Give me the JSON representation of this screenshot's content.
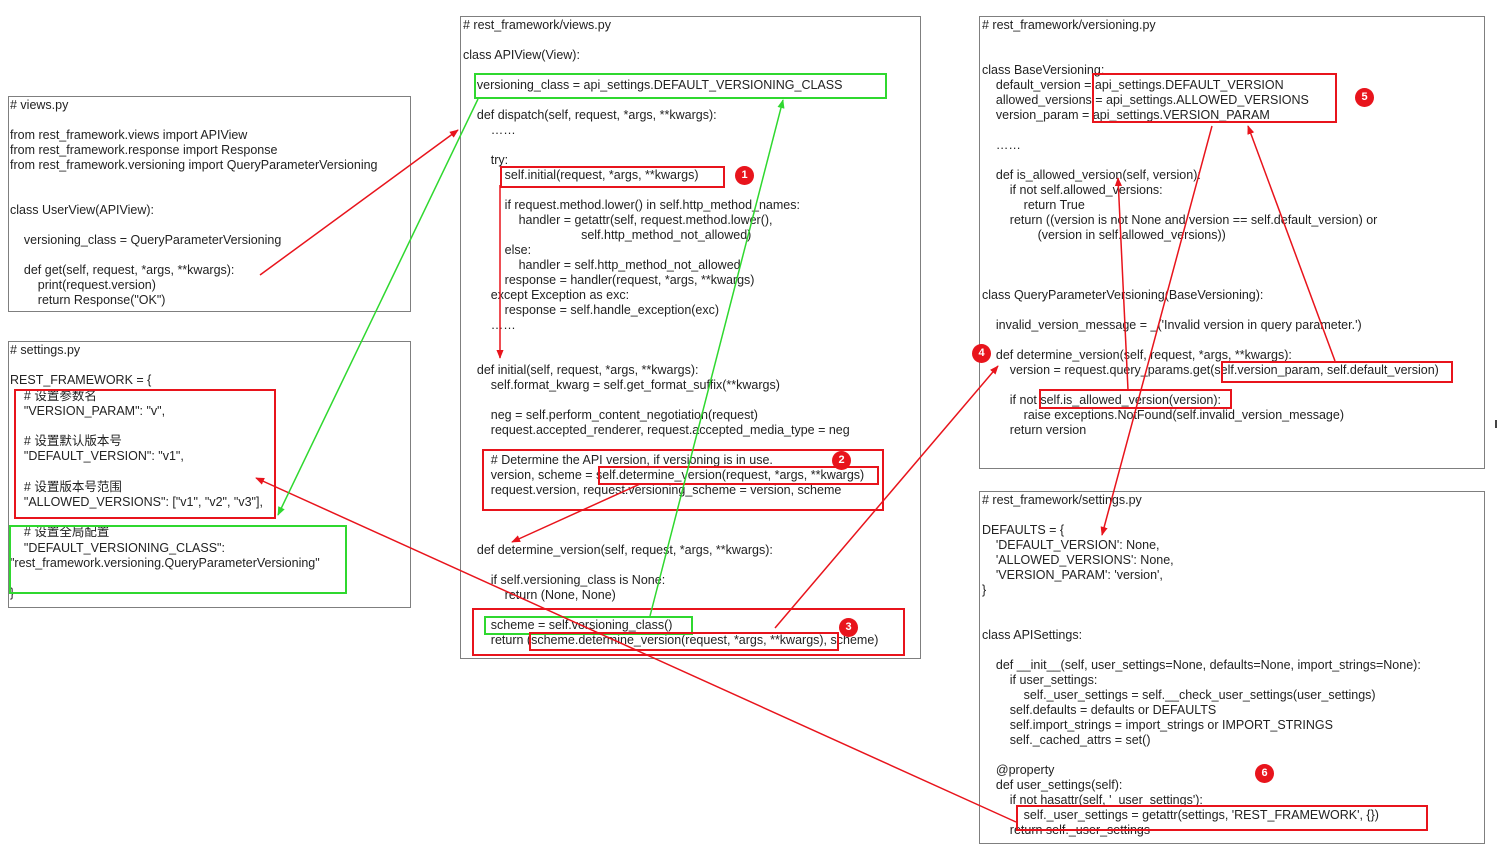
{
  "colors": {
    "red": "#e8141c",
    "green": "#2fd82f",
    "panel_border": "#7f7f7f",
    "text": "#222222"
  },
  "panels": {
    "views_py": [
      "# views.py",
      "",
      "from rest_framework.views import APIView",
      "from rest_framework.response import Response",
      "from rest_framework.versioning import QueryParameterVersioning",
      "",
      "",
      "class UserView(APIView):",
      "",
      "    versioning_class = QueryParameterVersioning",
      "",
      "    def get(self, request, *args, **kwargs):",
      "        print(request.version)",
      "        return Response(\"OK\")"
    ],
    "settings_py": [
      "# settings.py",
      "",
      "REST_FRAMEWORK = {",
      "    # 设置参数名",
      "    \"VERSION_PARAM\": \"v\",",
      "",
      "    # 设置默认版本号",
      "    \"DEFAULT_VERSION\": \"v1\",",
      "",
      "    # 设置版本号范围",
      "    \"ALLOWED_VERSIONS\": [\"v1\", \"v2\", \"v3\"],",
      "",
      "    # 设置全局配置",
      "    \"DEFAULT_VERSIONING_CLASS\":",
      "\"rest_framework.versioning.QueryParameterVersioning\"",
      "",
      "}"
    ],
    "apiview": [
      "# rest_framework/views.py",
      "",
      "class APIView(View):",
      "",
      "    versioning_class = api_settings.DEFAULT_VERSIONING_CLASS",
      "",
      "    def dispatch(self, request, *args, **kwargs):",
      "        ……",
      "",
      "        try:",
      "            self.initial(request, *args, **kwargs)",
      "",
      "            if request.method.lower() in self.http_method_names:",
      "                handler = getattr(self, request.method.lower(),",
      "                                  self.http_method_not_allowed)",
      "            else:",
      "                handler = self.http_method_not_allowed",
      "            response = handler(request, *args, **kwargs)",
      "        except Exception as exc:",
      "            response = self.handle_exception(exc)",
      "        ……",
      "",
      "",
      "    def initial(self, request, *args, **kwargs):",
      "        self.format_kwarg = self.get_format_suffix(**kwargs)",
      "",
      "        neg = self.perform_content_negotiation(request)",
      "        request.accepted_renderer, request.accepted_media_type = neg",
      "",
      "        # Determine the API version, if versioning is in use.",
      "        version, scheme = self.determine_version(request, *args, **kwargs)",
      "        request.version, request.versioning_scheme = version, scheme",
      "",
      "",
      "",
      "    def determine_version(self, request, *args, **kwargs):",
      "",
      "        if self.versioning_class is None:",
      "            return (None, None)",
      "",
      "        scheme = self.versioning_class()",
      "        return (scheme.determine_version(request, *args, **kwargs), scheme)"
    ],
    "versioning_py": [
      "# rest_framework/versioning.py",
      "",
      "",
      "class BaseVersioning:",
      "    default_version = api_settings.DEFAULT_VERSION",
      "    allowed_versions = api_settings.ALLOWED_VERSIONS",
      "    version_param = api_settings.VERSION_PARAM",
      "",
      "    ……",
      "",
      "    def is_allowed_version(self, version):",
      "        if not self.allowed_versions:",
      "            return True",
      "        return ((version is not None and version == self.default_version) or",
      "                (version in self.allowed_versions))",
      "",
      "",
      "",
      "class QueryParameterVersioning(BaseVersioning):",
      "",
      "    invalid_version_message = _('Invalid version in query parameter.')",
      "",
      "    def determine_version(self, request, *args, **kwargs):",
      "        version = request.query_params.get(self.version_param, self.default_version)",
      "",
      "        if not self.is_allowed_version(version):",
      "            raise exceptions.NotFound(self.invalid_version_message)",
      "        return version"
    ],
    "rf_settings_py": [
      "# rest_framework/settings.py",
      "",
      "DEFAULTS = {",
      "    'DEFAULT_VERSION': None,",
      "    'ALLOWED_VERSIONS': None,",
      "    'VERSION_PARAM': 'version',",
      "}",
      "",
      "",
      "class APISettings:",
      "",
      "    def __init__(self, user_settings=None, defaults=None, import_strings=None):",
      "        if user_settings:",
      "            self._user_settings = self.__check_user_settings(user_settings)",
      "        self.defaults = defaults or DEFAULTS",
      "        self.import_strings = import_strings or IMPORT_STRINGS",
      "        self._cached_attrs = set()",
      "",
      "    @property",
      "    def user_settings(self):",
      "        if not hasattr(self, '_user_settings'):",
      "            self._user_settings = getattr(settings, 'REST_FRAMEWORK', {})",
      "        return self._user_settings"
    ]
  },
  "badges": [
    "1",
    "2",
    "3",
    "4",
    "5",
    "6"
  ]
}
